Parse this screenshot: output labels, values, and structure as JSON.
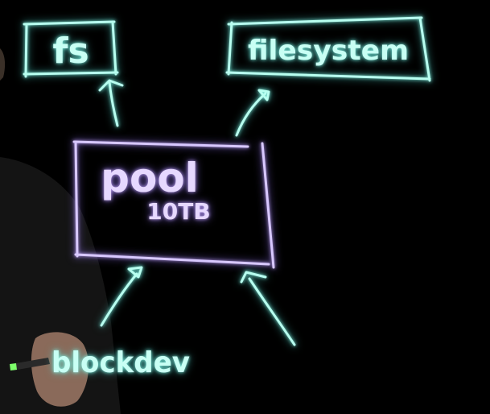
{
  "diagram": {
    "nodes": {
      "fs": {
        "label": "fs"
      },
      "filesystem": {
        "label": "filesystem"
      },
      "pool": {
        "label": "pool",
        "size": "10TB"
      },
      "blockdev": {
        "label": "blockdev"
      }
    },
    "edges": [
      {
        "from": "pool",
        "to": "fs"
      },
      {
        "from": "pool",
        "to": "filesystem"
      },
      {
        "from": "blockdev",
        "to": "pool"
      },
      {
        "from": "blockdev",
        "to": "pool"
      }
    ]
  },
  "colors": {
    "background": "#000000",
    "ink_cyan": "#b8fff0",
    "ink_purple": "#d8c8ff",
    "ink_pink": "#ff9ad0",
    "presenter": "#161616"
  }
}
